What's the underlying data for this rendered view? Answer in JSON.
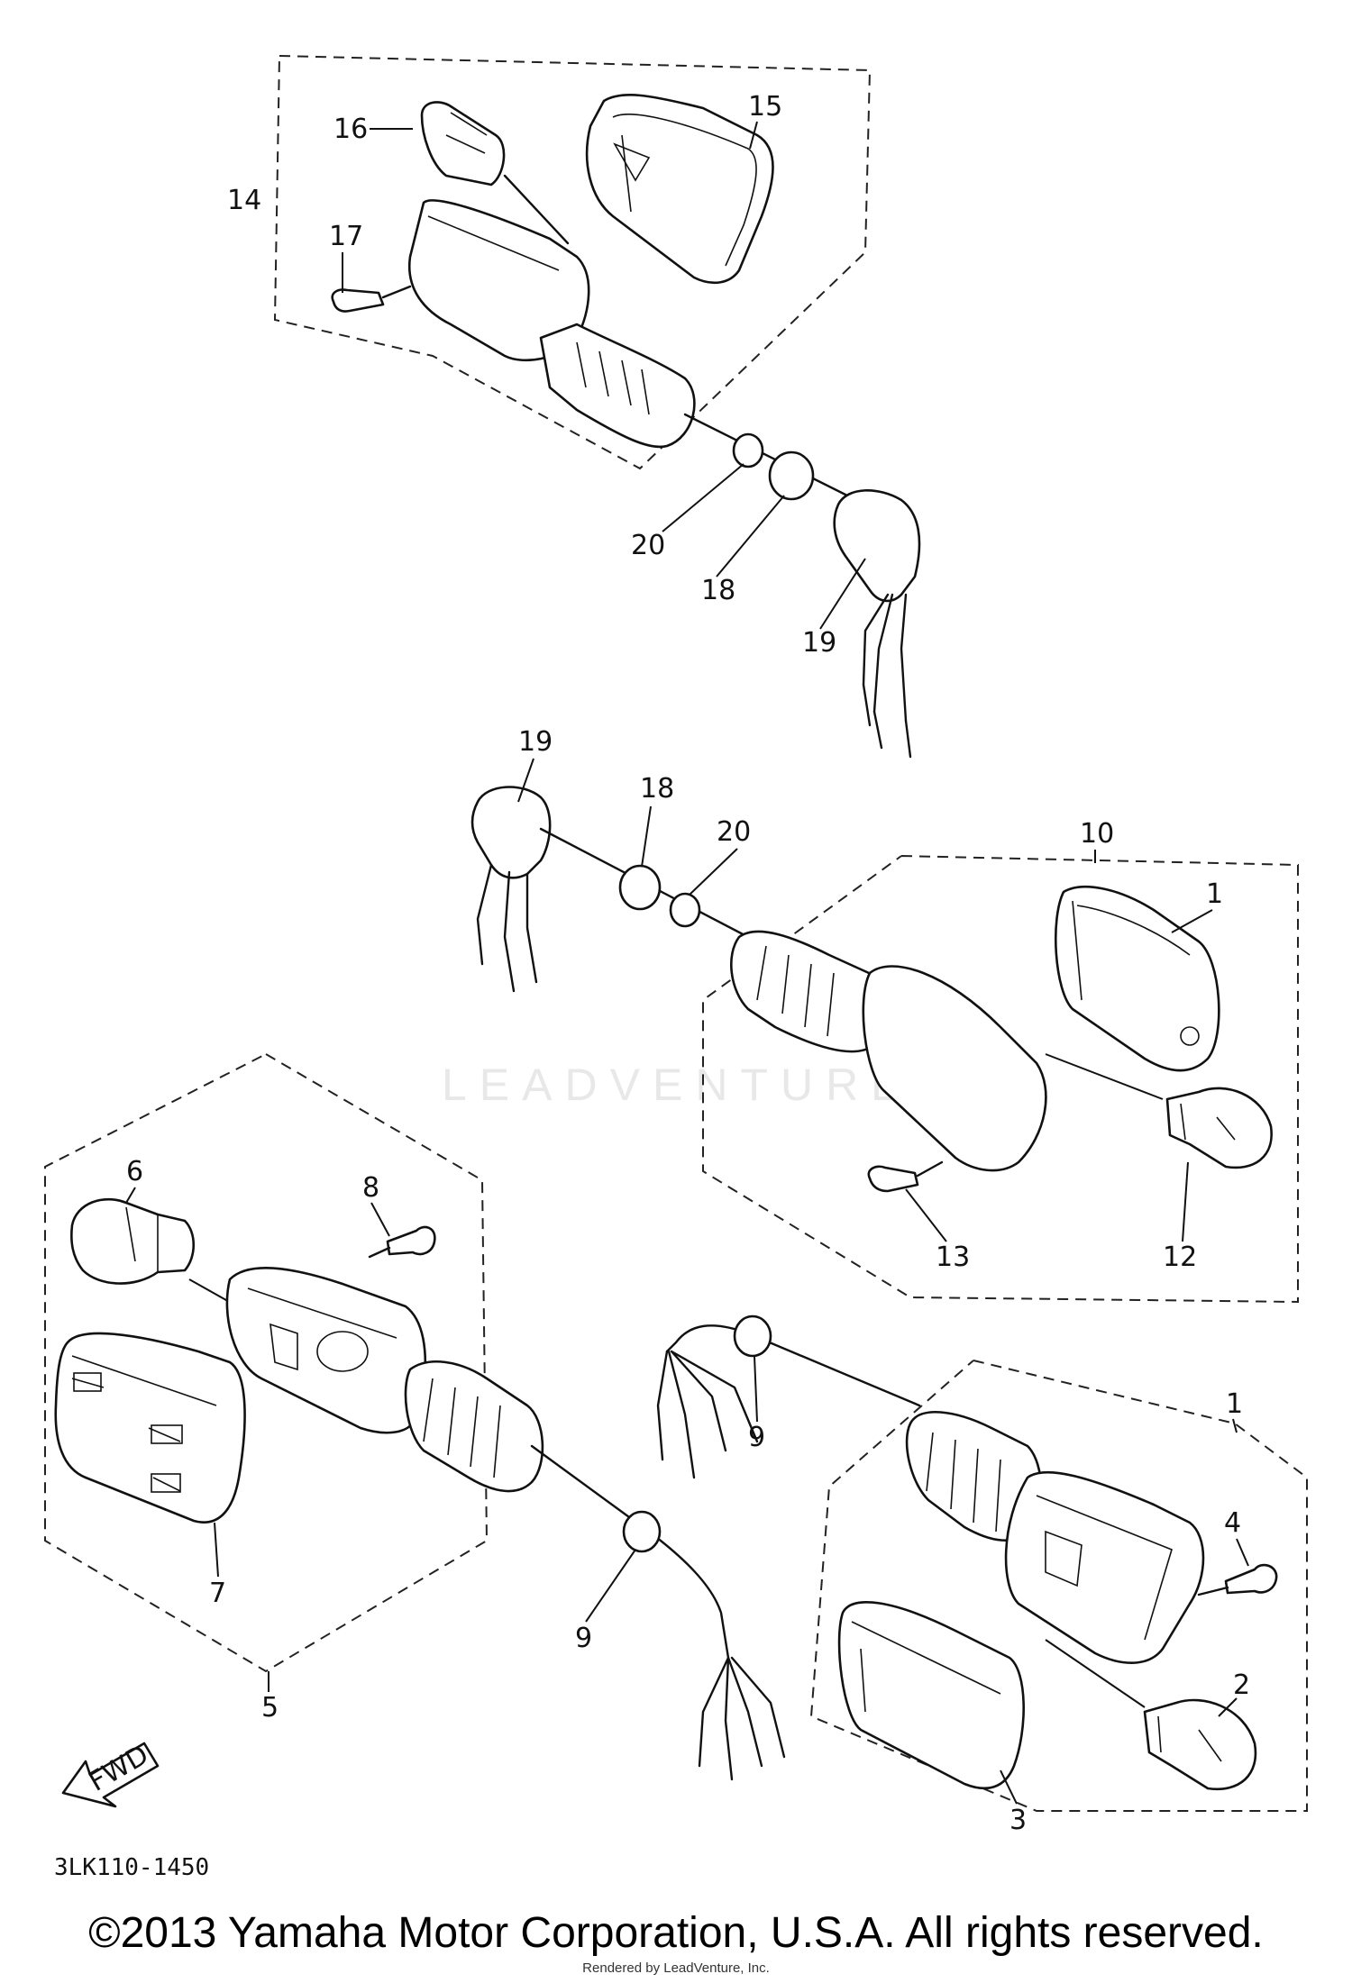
{
  "diagram": {
    "ref_code": "3LK110-1450",
    "fwd_label": "FWD",
    "watermark": "LEADVENTURE",
    "callouts": {
      "n1": "1",
      "n2": "2",
      "n3": "3",
      "n4": "4",
      "n5": "5",
      "n6": "6",
      "n7": "7",
      "n8": "8",
      "n9a": "9",
      "n9b": "9",
      "n10": "10",
      "n11": "1",
      "n12": "12",
      "n13": "13",
      "n14": "14",
      "n15": "15",
      "n16": "16",
      "n17": "17",
      "n18a": "18",
      "n18b": "18",
      "n19a": "19",
      "n19b": "19",
      "n20a": "20",
      "n20b": "20"
    }
  },
  "footer": {
    "copyright": "©2013 Yamaha Motor Corporation, U.S.A. All rights reserved.",
    "rendered_by": "Rendered by LeadVenture, Inc."
  }
}
